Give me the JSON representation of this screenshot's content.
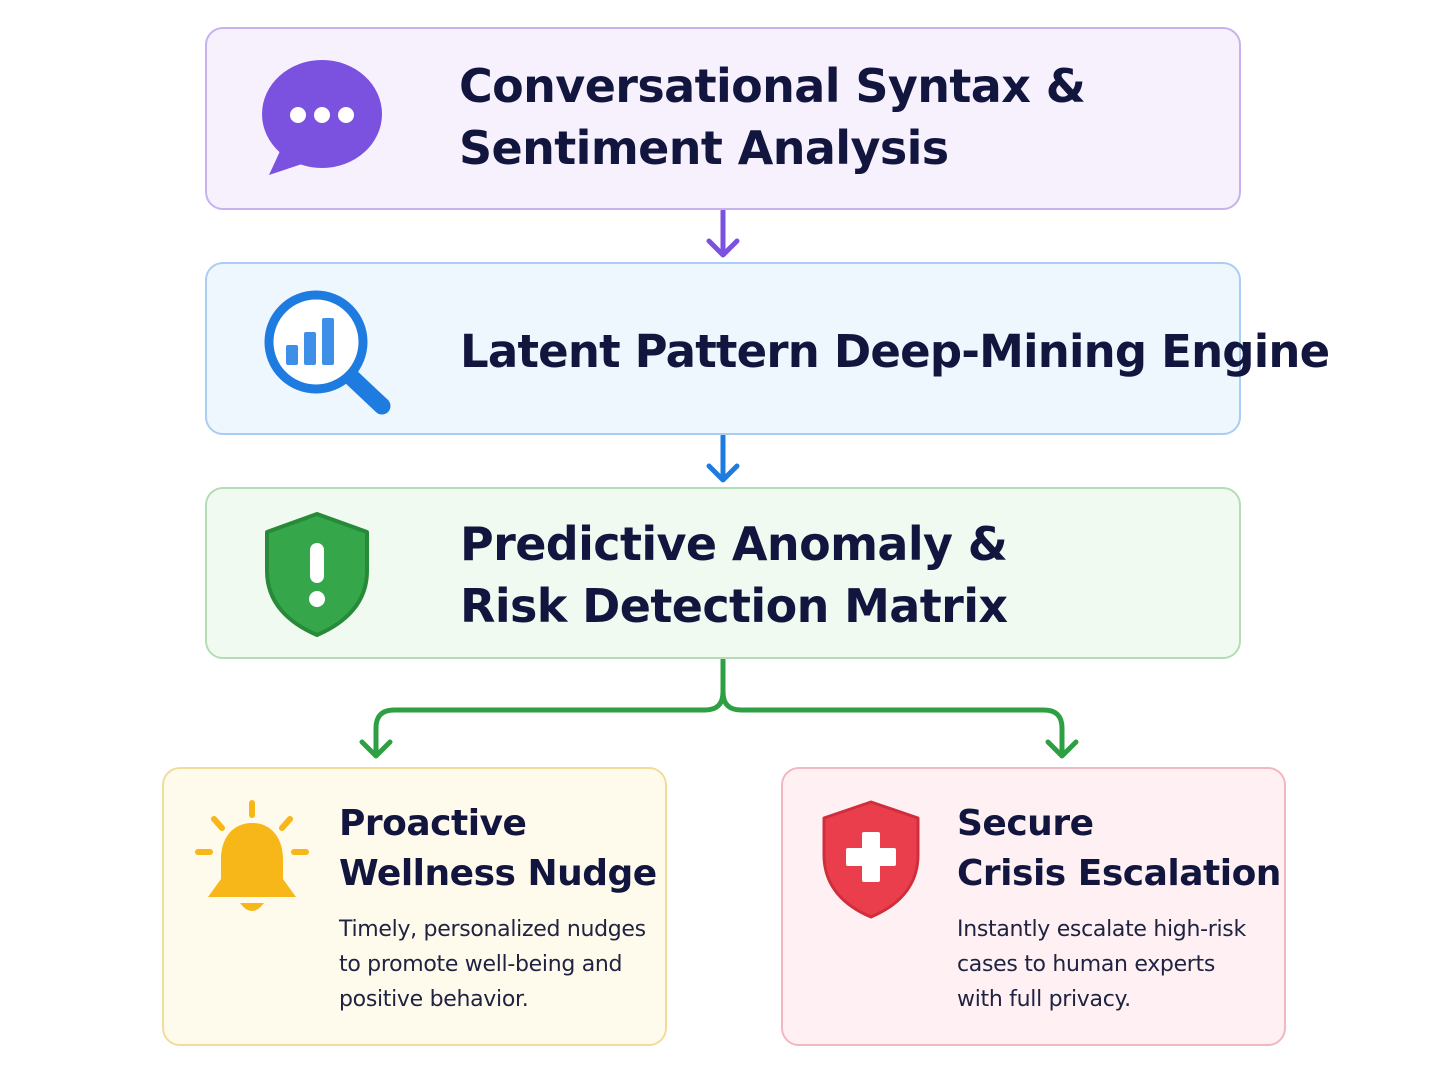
{
  "steps": [
    {
      "icon": "chat-bubble-icon",
      "color": "#7b52e0",
      "title_lines": [
        "Conversational Syntax &",
        "Sentiment Analysis"
      ]
    },
    {
      "icon": "magnifier-chart-icon",
      "color": "#1e7be0",
      "title_lines": [
        "Latent Pattern Deep-Mining Engine"
      ]
    },
    {
      "icon": "shield-alert-icon",
      "color": "#36a64a",
      "title_lines": [
        "Predictive Anomaly &",
        "Risk Detection Matrix"
      ]
    }
  ],
  "outcomes": [
    {
      "icon": "bell-icon",
      "color": "#f7b718",
      "title_lines": [
        "Proactive",
        "Wellness Nudge"
      ],
      "description_lines": [
        "Timely, personalized nudges",
        "to promote well-being and",
        "positive behavior."
      ]
    },
    {
      "icon": "shield-cross-icon",
      "color": "#ea3e4c",
      "title_lines": [
        "Secure",
        "Crisis Escalation"
      ],
      "description_lines": [
        "Instantly escalate high-risk",
        "cases to human experts",
        "with full privacy."
      ]
    }
  ],
  "connector_colors": {
    "step1_to_step2": "#7b52e0",
    "step2_to_step3": "#1e7be0",
    "step3_to_outcomes": "#2ea043"
  }
}
